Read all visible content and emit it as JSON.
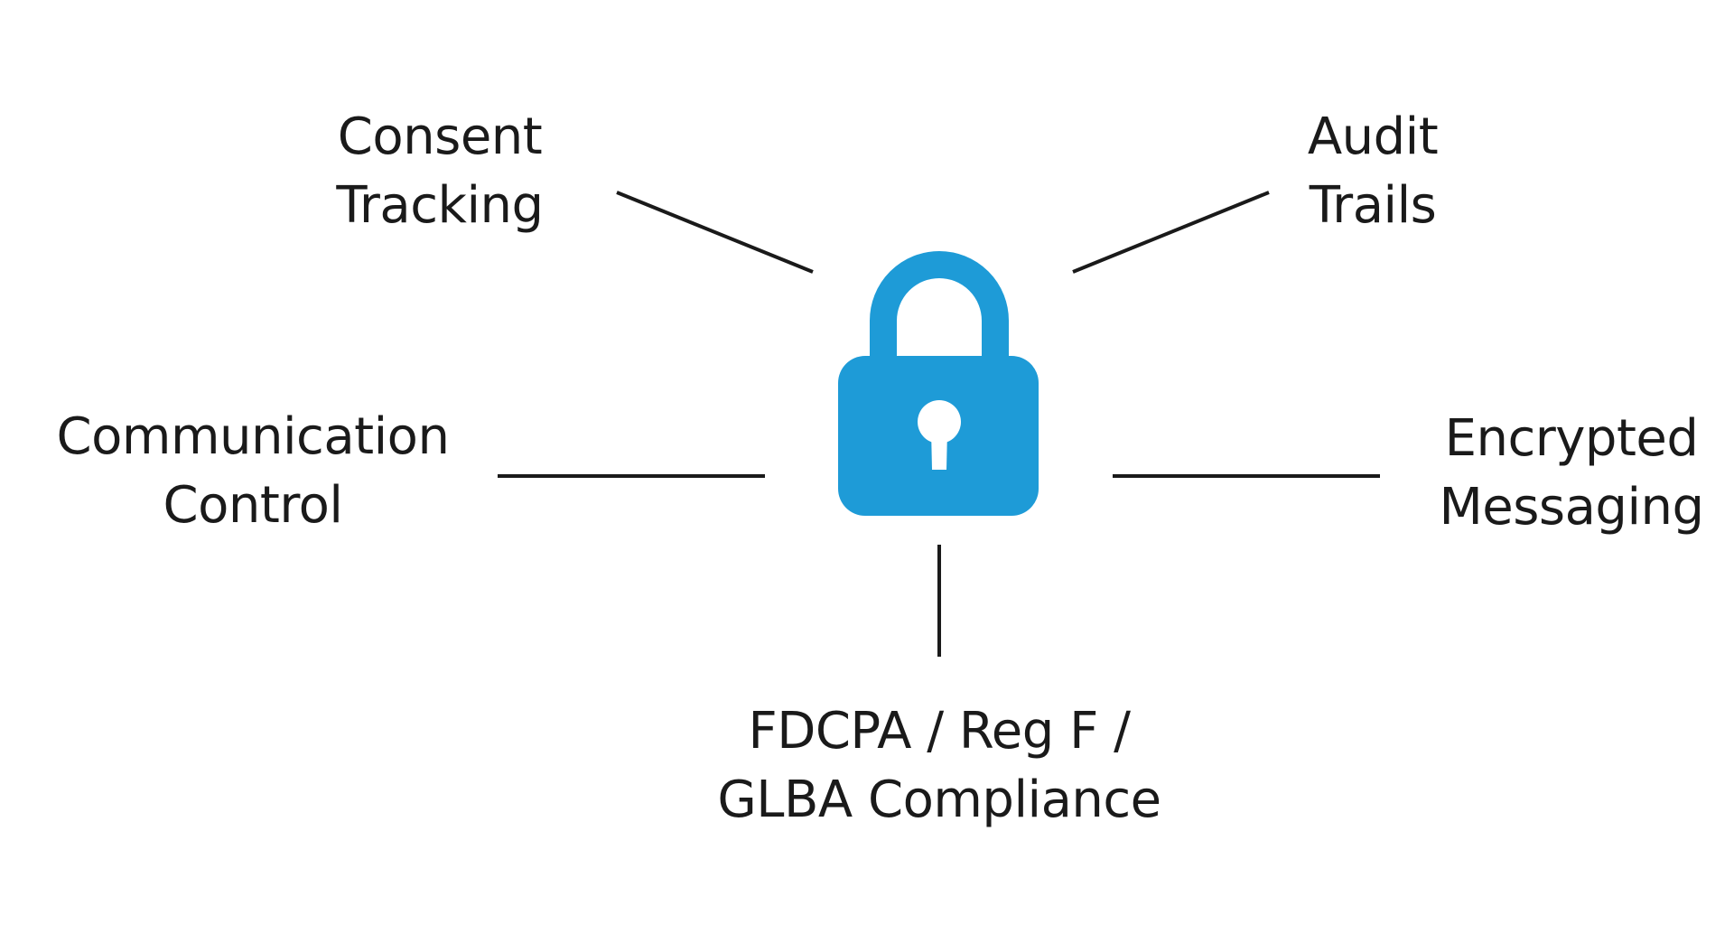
{
  "colors": {
    "lock": "#1e9bd7",
    "lines": "#1a1a1a",
    "background": "#ffffff"
  },
  "center": {
    "icon": "padlock-icon"
  },
  "features": {
    "consent_tracking": {
      "line1": "Consent",
      "line2": "Tracking"
    },
    "audit_trails": {
      "line1": "Audit",
      "line2": "Trails"
    },
    "communication_control": {
      "line1": "Communication",
      "line2": "Control"
    },
    "encrypted_messaging": {
      "line1": "Encrypted",
      "line2": "Messaging"
    },
    "compliance": {
      "line1": "FDCPA / Reg F /",
      "line2": "GLBA Compliance"
    }
  }
}
